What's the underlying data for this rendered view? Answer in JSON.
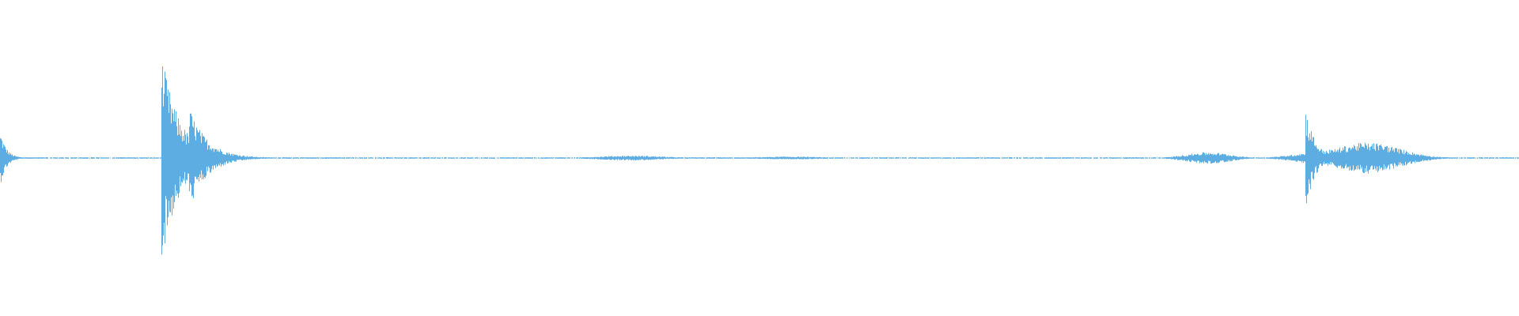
{
  "chart_data": {
    "type": "waveform",
    "title": "",
    "xlabel": "",
    "ylabel": "",
    "ylim": [
      -1,
      1
    ],
    "grid": false,
    "color": "#5dade2",
    "background": "#ffffff",
    "baseline_amplitude": 0.008,
    "events": [
      {
        "time": 0.0005,
        "peak": 0.25,
        "decay": 0.004,
        "kind": "transient"
      },
      {
        "time": 0.107,
        "peak": 1.0,
        "decay": 0.012,
        "kind": "transient"
      },
      {
        "time": 0.125,
        "peak": 0.5,
        "decay": 0.012,
        "kind": "transient"
      },
      {
        "time": 0.415,
        "peak": 0.025,
        "width": 0.03,
        "kind": "swell"
      },
      {
        "time": 0.52,
        "peak": 0.015,
        "width": 0.03,
        "kind": "swell"
      },
      {
        "time": 0.795,
        "peak": 0.06,
        "width": 0.02,
        "kind": "swell"
      },
      {
        "time": 0.86,
        "peak": 0.49,
        "decay": 0.006,
        "kind": "transient"
      },
      {
        "time": 0.9,
        "peak": 0.16,
        "width": 0.03,
        "kind": "swell"
      },
      {
        "time": 0.88,
        "peak": 0.09,
        "width": 0.03,
        "kind": "swell"
      }
    ]
  }
}
